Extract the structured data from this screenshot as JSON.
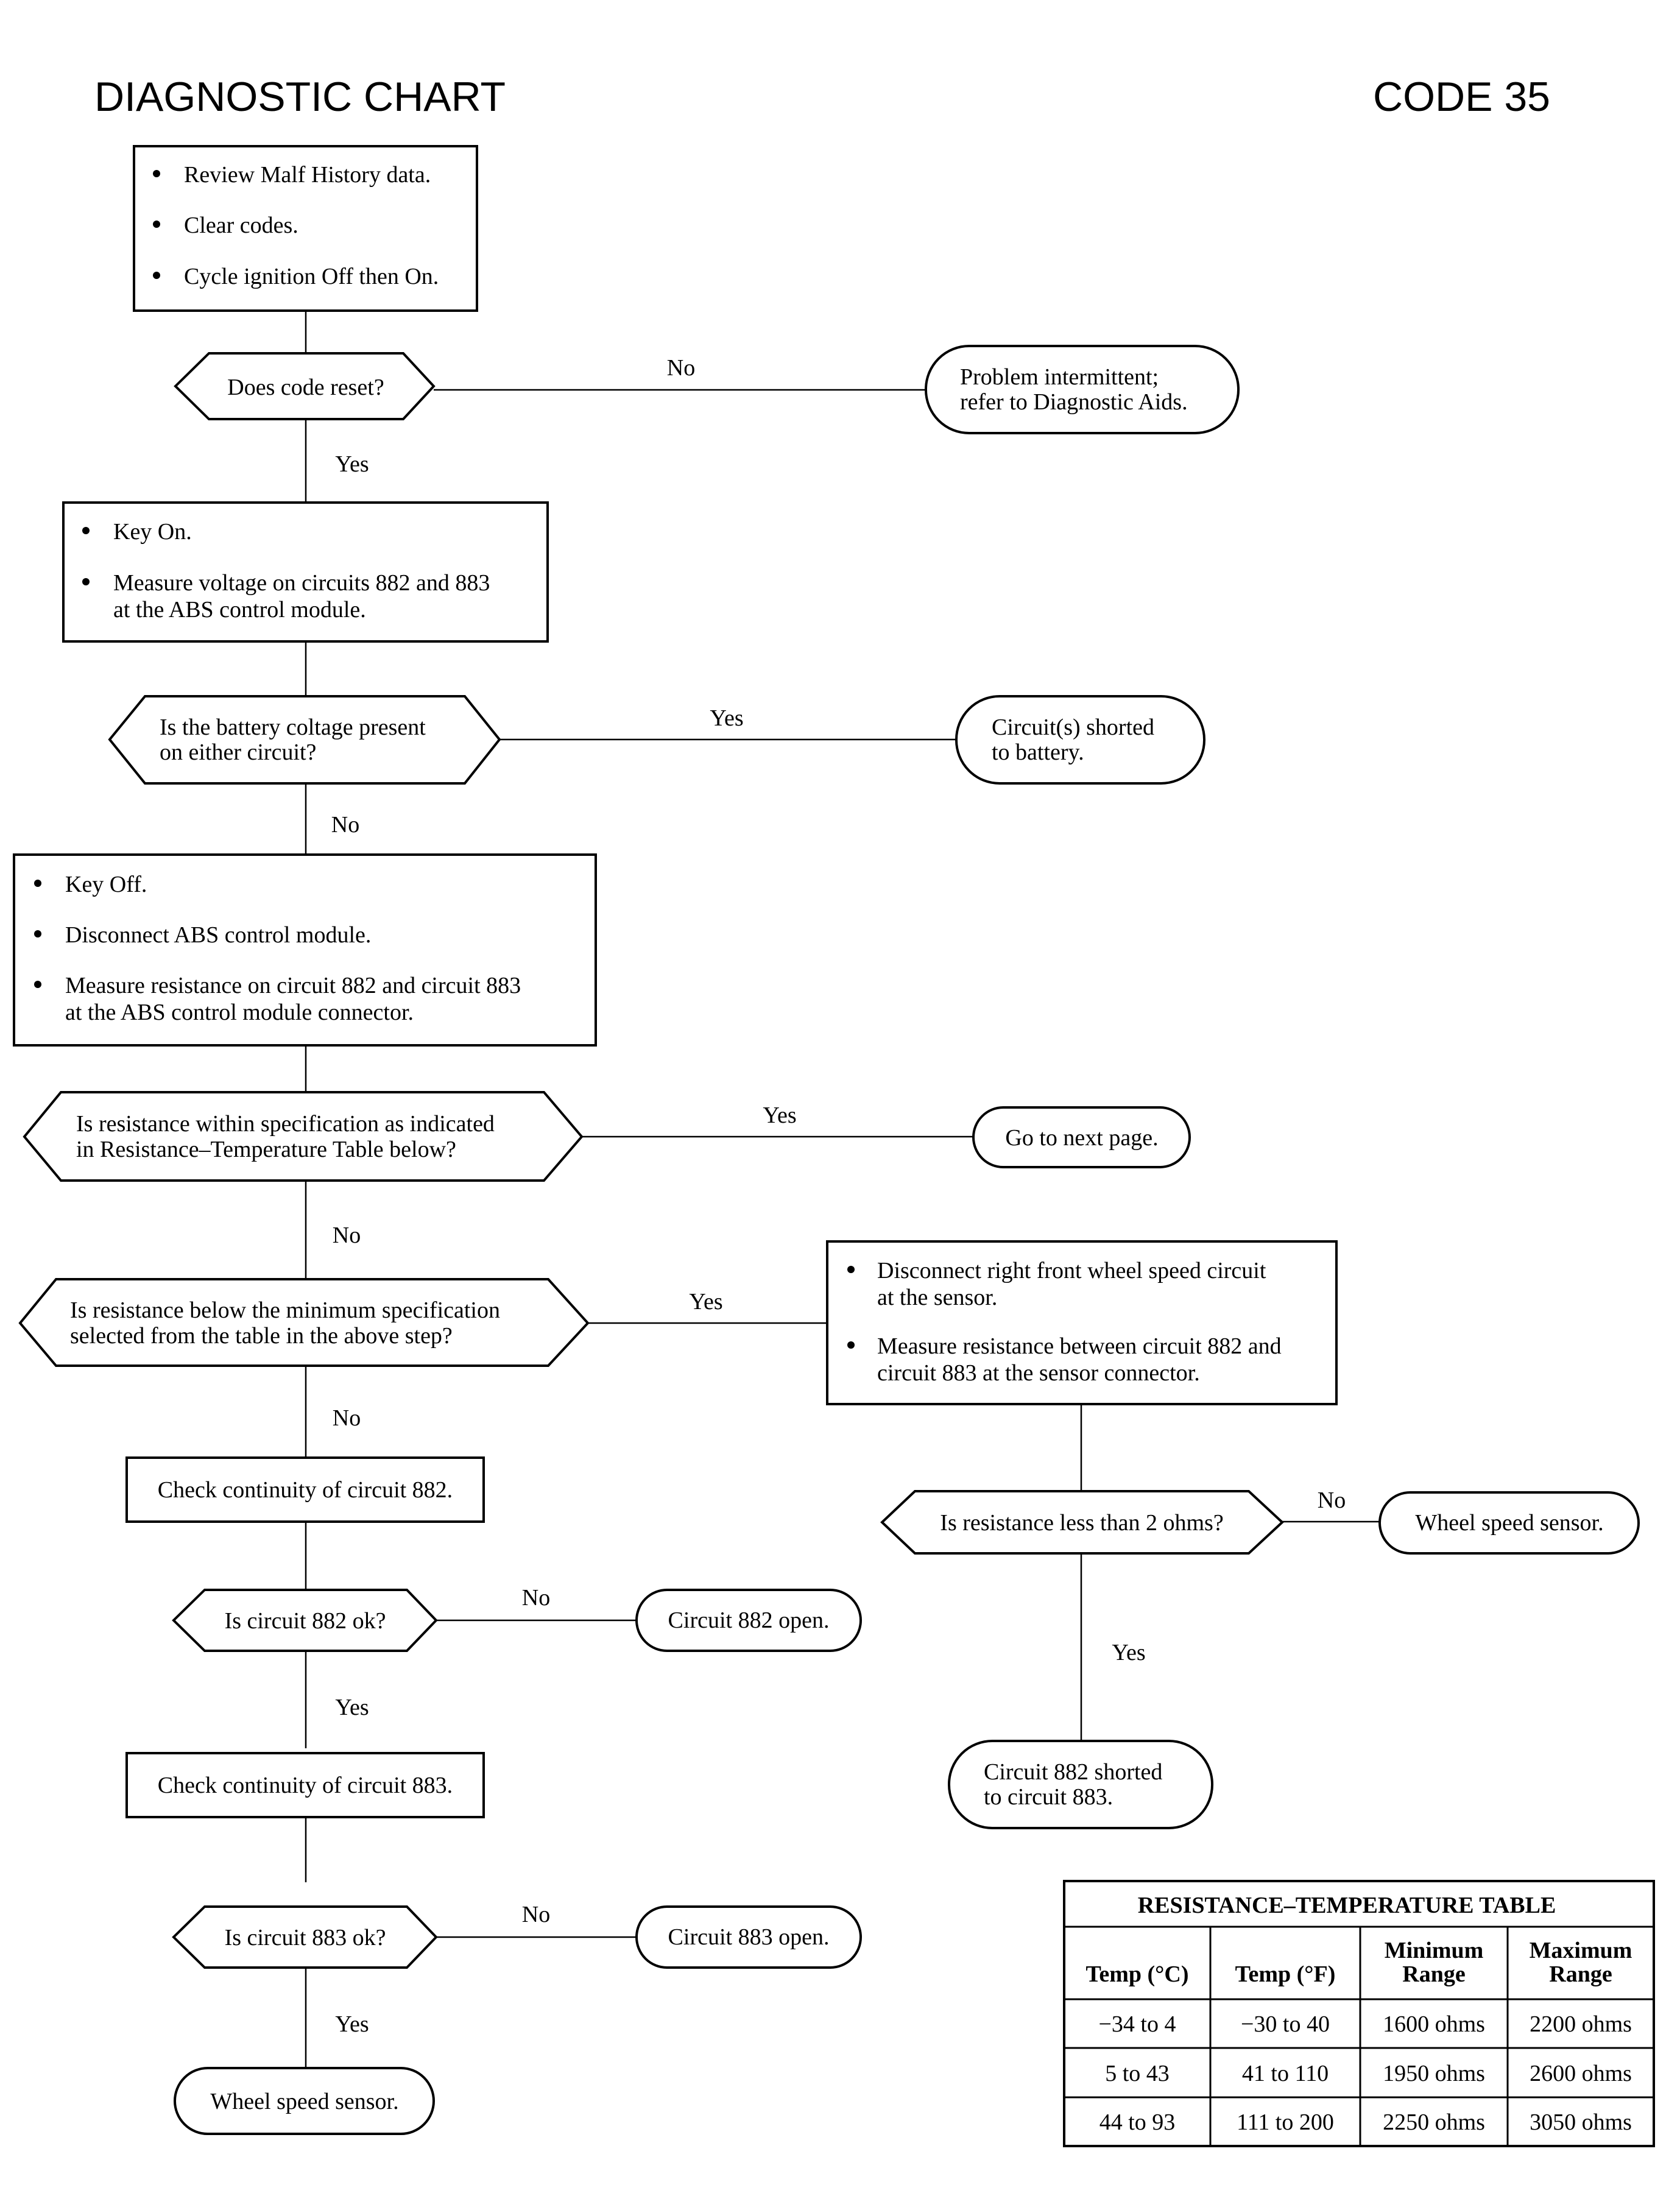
{
  "header": {
    "title": "DIAGNOSTIC CHART",
    "code": "CODE 35"
  },
  "boxes": {
    "review": [
      "Review Malf History data.",
      "Clear codes.",
      "Cycle ignition Off then On."
    ],
    "keyon": [
      [
        "Key On."
      ],
      [
        "Measure voltage on circuits 882 and 883",
        "at the ABS control module."
      ]
    ],
    "keyoff": [
      [
        "Key Off."
      ],
      [
        "Disconnect ABS control module."
      ],
      [
        "Measure resistance on circuit 882 and circuit 883",
        "at the ABS control module connector."
      ]
    ],
    "disconnect": [
      [
        "Disconnect right front wheel speed circuit",
        "at the sensor."
      ],
      [
        "Measure resistance between circuit 882 and",
        "circuit 883 at the sensor connector."
      ]
    ],
    "check882": "Check continuity of circuit 882.",
    "check883": "Check continuity of circuit 883."
  },
  "decisions": {
    "code_reset": "Does code reset?",
    "battery": [
      "Is the battery coltage present",
      "on either circuit?"
    ],
    "resistance_spec": [
      "Is resistance within specification as indicated",
      "in Resistance–Temperature Table below?"
    ],
    "resistance_below": [
      "Is resistance below the minimum specification",
      "selected from the table in the above step?"
    ],
    "less_2_ohms": "Is resistance less than 2 ohms?",
    "c882_ok": "Is circuit 882 ok?",
    "c883_ok": "Is circuit 883 ok?"
  },
  "terminals": {
    "intermittent": [
      "Problem intermittent;",
      "refer to Diagnostic Aids."
    ],
    "shorted_battery": [
      "Circuit(s) shorted",
      "to battery."
    ],
    "next_page": "Go to next page.",
    "wheel_sensor_right": "Wheel speed sensor.",
    "c882_open": "Circuit 882 open.",
    "c883_open": "Circuit 883 open.",
    "c882_shorted": [
      "Circuit 882 shorted",
      "to circuit 883."
    ],
    "wheel_sensor_bottom": "Wheel speed sensor."
  },
  "labels": {
    "yes": "Yes",
    "no": "No"
  },
  "table": {
    "title": "RESISTANCE–TEMPERATURE TABLE",
    "headers": [
      [
        "Temp (°C)"
      ],
      [
        "Temp (°F)"
      ],
      [
        "Minimum",
        "Range"
      ],
      [
        "Maximum",
        "Range"
      ]
    ],
    "rows": [
      [
        "−34 to 4",
        "−30 to 40",
        "1600 ohms",
        "2200 ohms"
      ],
      [
        "5 to 43",
        "41 to 110",
        "1950 ohms",
        "2600 ohms"
      ],
      [
        "44 to 93",
        "111 to 200",
        "2250 ohms",
        "3050 ohms"
      ]
    ]
  }
}
